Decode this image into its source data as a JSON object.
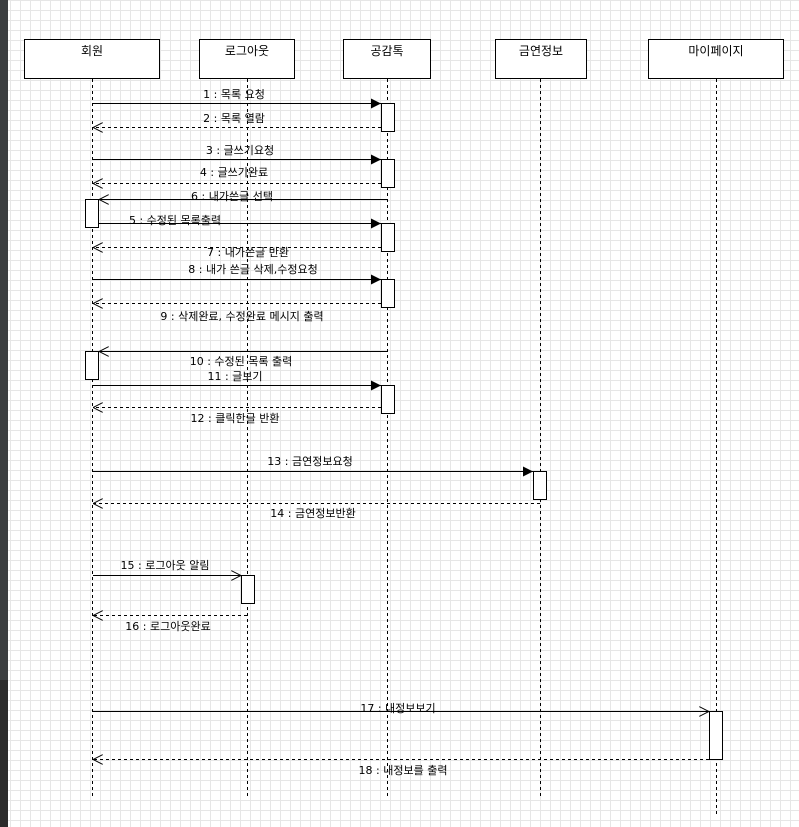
{
  "diagram": {
    "type": "sequence",
    "participants": [
      {
        "id": "member",
        "label": "회원"
      },
      {
        "id": "logout",
        "label": "로그아웃"
      },
      {
        "id": "sympathy",
        "label": "공감톡"
      },
      {
        "id": "quit",
        "label": "금연정보"
      },
      {
        "id": "mypage",
        "label": "마이페이지"
      }
    ],
    "messages": [
      {
        "label": "1 : 목록 요청",
        "from": "member",
        "to": "sympathy",
        "kind": "sync"
      },
      {
        "label": "2 : 목록 열람",
        "from": "sympathy",
        "to": "member",
        "kind": "return"
      },
      {
        "label": "3 : 글쓰기요청",
        "from": "member",
        "to": "sympathy",
        "kind": "sync"
      },
      {
        "label": "4 : 글쓰기완료",
        "from": "sympathy",
        "to": "member",
        "kind": "return"
      },
      {
        "label": "6 : 내가쓴글 선택",
        "from": "sympathy",
        "to": "member",
        "kind": "async"
      },
      {
        "label": "5 : 수정된 목록출력",
        "from": "member",
        "to": "sympathy",
        "kind": "sync"
      },
      {
        "label": "7 : 내가쓴글 반환",
        "from": "sympathy",
        "to": "member",
        "kind": "return"
      },
      {
        "label": "8 : 내가 쓴글 삭제,수정요청",
        "from": "member",
        "to": "sympathy",
        "kind": "sync"
      },
      {
        "label": "9 : 삭제완료, 수정완료 메시지 출력",
        "from": "sympathy",
        "to": "member",
        "kind": "return"
      },
      {
        "label": "10 : 수정된 목록 출력",
        "from": "sympathy",
        "to": "member",
        "kind": "async"
      },
      {
        "label": "11 : 글보기",
        "from": "member",
        "to": "sympathy",
        "kind": "sync"
      },
      {
        "label": "12 : 클릭한글 반환",
        "from": "sympathy",
        "to": "member",
        "kind": "return"
      },
      {
        "label": "13 : 금연정보요청",
        "from": "member",
        "to": "quit",
        "kind": "sync"
      },
      {
        "label": "14 : 금연정보반환",
        "from": "quit",
        "to": "member",
        "kind": "return"
      },
      {
        "label": "15 : 로그아웃 알림",
        "from": "member",
        "to": "logout",
        "kind": "async"
      },
      {
        "label": "16 : 로그아웃완료",
        "from": "logout",
        "to": "member",
        "kind": "return"
      },
      {
        "label": "17 : 내정보보기",
        "from": "member",
        "to": "mypage",
        "kind": "async"
      },
      {
        "label": "18 : 내정보를 출력",
        "from": "mypage",
        "to": "member",
        "kind": "return"
      }
    ]
  }
}
